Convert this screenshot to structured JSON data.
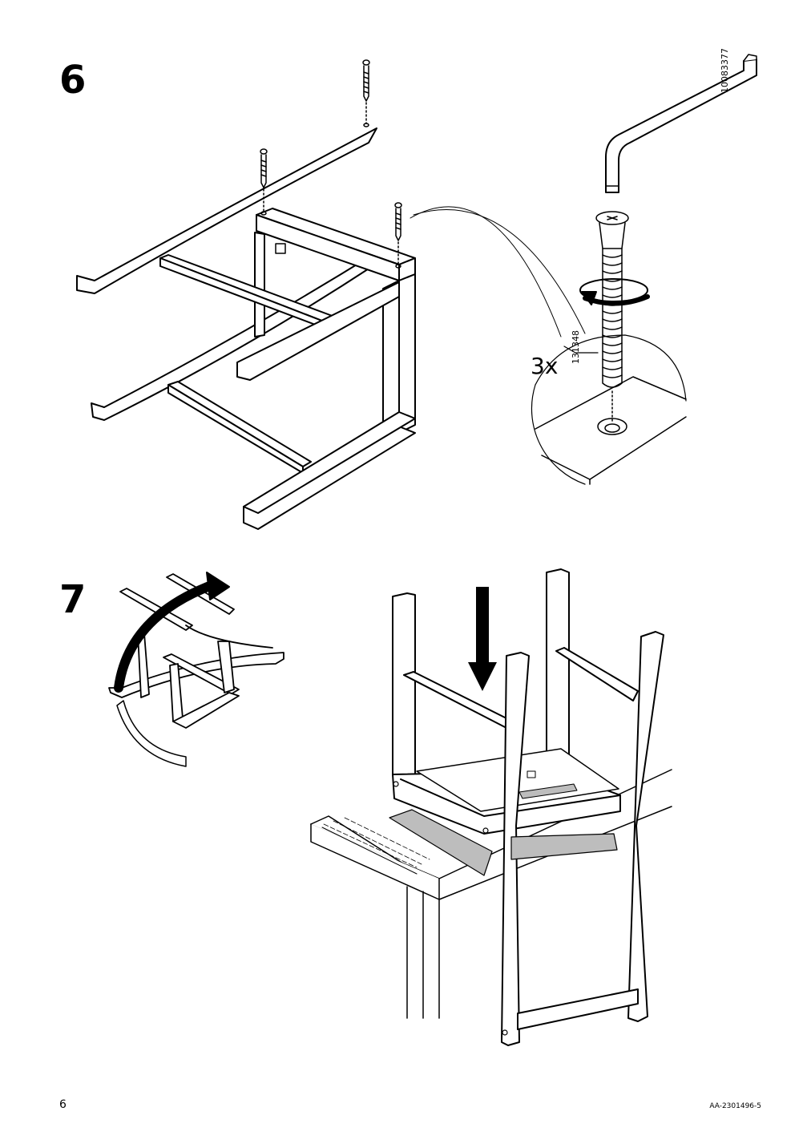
{
  "steps": [
    {
      "number": "6",
      "quantity": "3x",
      "screw_part": "131348",
      "tool_part": "10083377"
    },
    {
      "number": "7"
    }
  ],
  "footer": {
    "page_number": "6",
    "doc_code": "AA-2301496-5"
  }
}
